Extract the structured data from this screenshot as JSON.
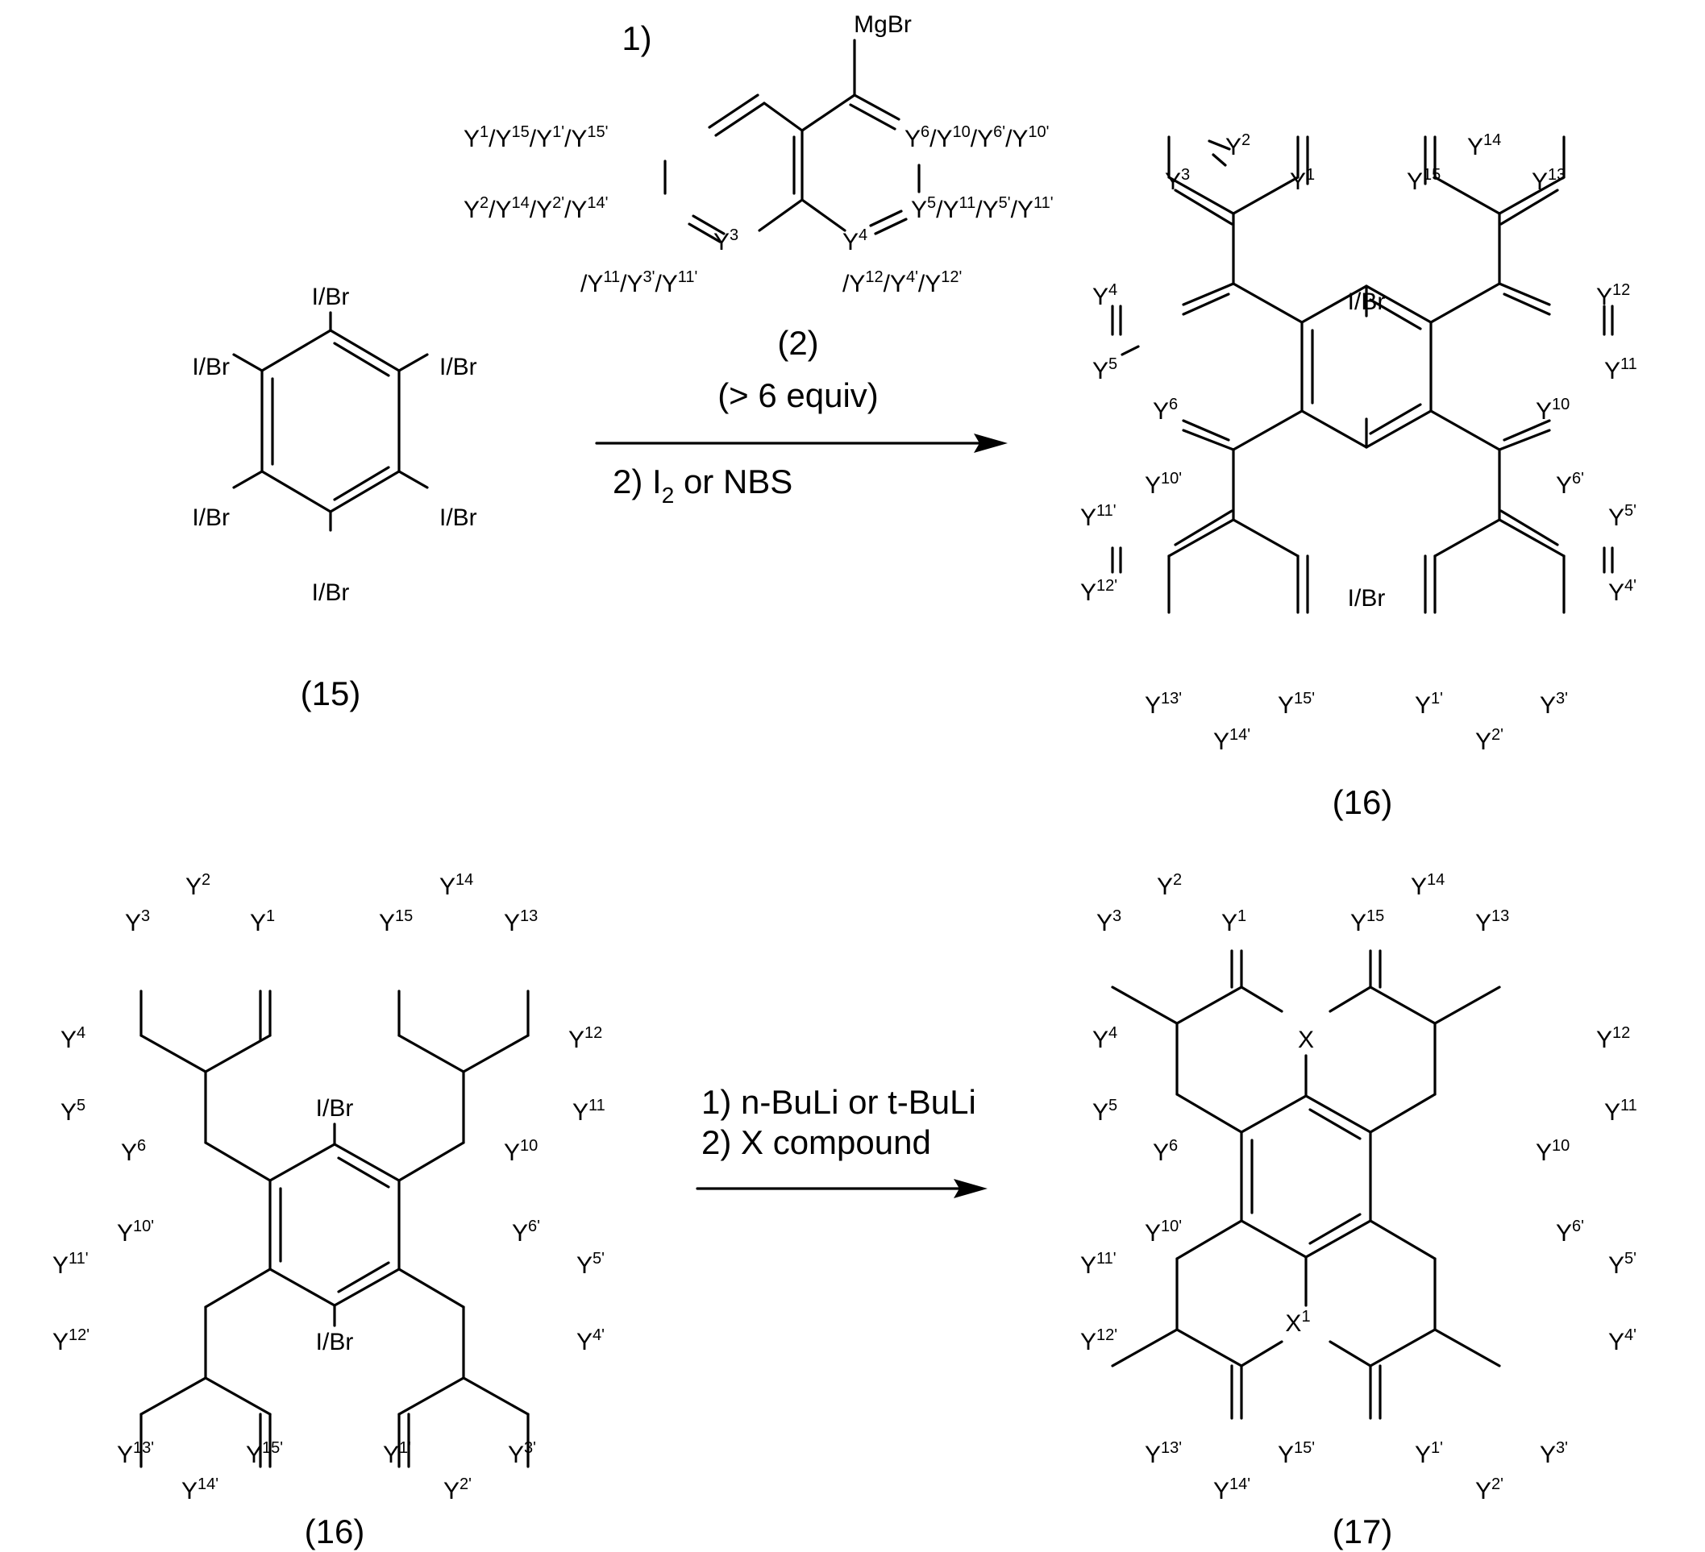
{
  "reagent_2": {
    "step_number": "1)",
    "top_group": "MgBr",
    "labels": {
      "l1": [
        "1",
        "15",
        "1'",
        "15'"
      ],
      "l2": [
        "2",
        "14",
        "2'",
        "14'"
      ],
      "y3": "3",
      "y3_alt": [
        "11",
        "3'",
        "11'"
      ],
      "y4": "4",
      "y4_alt": [
        "12",
        "4'",
        "12'"
      ],
      "r6": [
        "6",
        "10",
        "6'",
        "10'"
      ],
      "r5": [
        "5",
        "11",
        "5'",
        "11'"
      ]
    },
    "number": "(2)",
    "equiv": "(> 6 equiv)"
  },
  "arrow_1": {
    "step_2": "2)",
    "step_2_i": "I",
    "step_2_sub": "2",
    "step_2_rest": " or NBS"
  },
  "arrow_2": {
    "step_1": "1) n-BuLi or t-BuLi",
    "step_2": "2) X compound"
  },
  "compound_15": {
    "substituent": "I/Br",
    "number": "(15)"
  },
  "compound_16": {
    "substituent": "I/Br",
    "number": "(16)"
  },
  "compound_17": {
    "x_top": "X",
    "x_bottom": "X",
    "x_bottom_sup": "1",
    "number": "(17)"
  },
  "y_symbol": "Y"
}
